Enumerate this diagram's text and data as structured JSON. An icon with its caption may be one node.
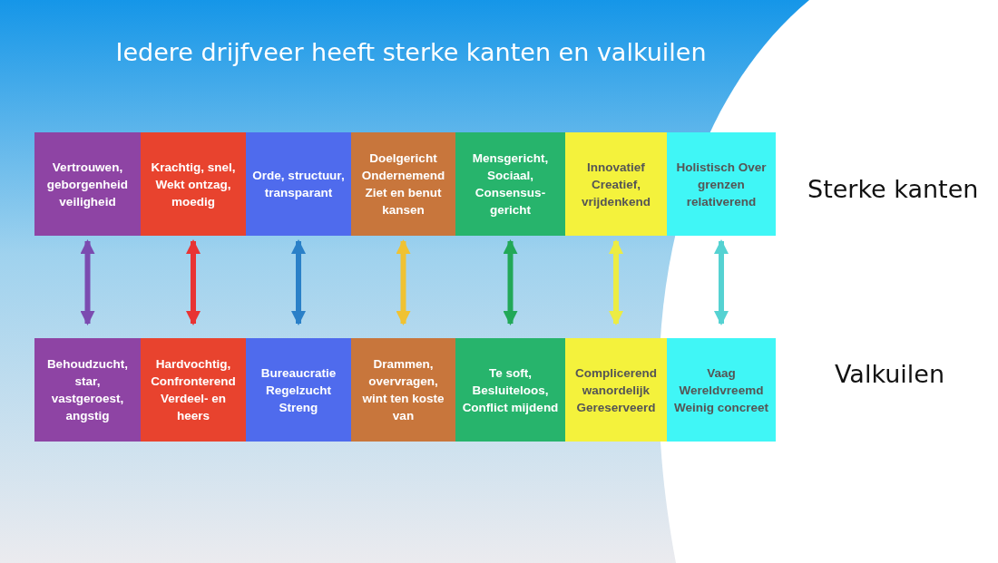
{
  "diagram": {
    "title": "Iedere drijfveer heeft sterke kanten en valkuilen",
    "nodes": [
      {
        "text": [
          "Vertrouwen, geborgenheid veiligheid"
        ]
      },
      {
        "text": [
          "Krachtig, snel, Wekt ontzag, moedig"
        ]
      },
      {
        "text": [
          "Orde, structuur, transparant"
        ]
      },
      {
        "text": [
          "Doelgericht Ondernemend Ziet en benut kansen"
        ]
      },
      {
        "text": [
          "Mensgericht, Sociaal, Consensus-gericht"
        ]
      },
      {
        "text": [
          "Innovatief Creatief, vrijdenkend"
        ]
      },
      {
        "text": [
          "Holistisch Over grenzen relativerend"
        ]
      },
      {
        "text": [
          "Behoudzucht, star, vastgeroest, angstig"
        ]
      },
      {
        "text": [
          "Hardvochtig, Confronterend Verdeel- en heers"
        ]
      },
      {
        "text": [
          "Bureaucratie Regelzucht Streng"
        ]
      },
      {
        "text": [
          "Drammen, overvragen, wint ten koste van"
        ]
      },
      {
        "text": [
          "Te soft, Besluiteloos, Conflict mijdend"
        ]
      },
      {
        "text": [
          "Complicerend wanordelijk Gereserveerd"
        ]
      },
      {
        "text": [
          "Vaag Wereldvreemd Weinig concreet"
        ]
      }
    ],
    "edges": [
      {
        "from": 0,
        "to": 7,
        "arrow": "both",
        "color": "#7b4bb0"
      },
      {
        "from": 1,
        "to": 8,
        "arrow": "both",
        "color": "#e83434"
      },
      {
        "from": 2,
        "to": 9,
        "arrow": "both",
        "color": "#2a80c8"
      },
      {
        "from": 3,
        "to": 10,
        "arrow": "both",
        "color": "#f0c232"
      },
      {
        "from": 4,
        "to": 11,
        "arrow": "both",
        "color": "#22a858"
      },
      {
        "from": 5,
        "to": 12,
        "arrow": "both",
        "color": "#ecec44"
      },
      {
        "from": 6,
        "to": 13,
        "arrow": "both",
        "color": "#55d2d2"
      }
    ],
    "labels": [
      "Sterke kanten",
      "Valkuilen"
    ]
  }
}
